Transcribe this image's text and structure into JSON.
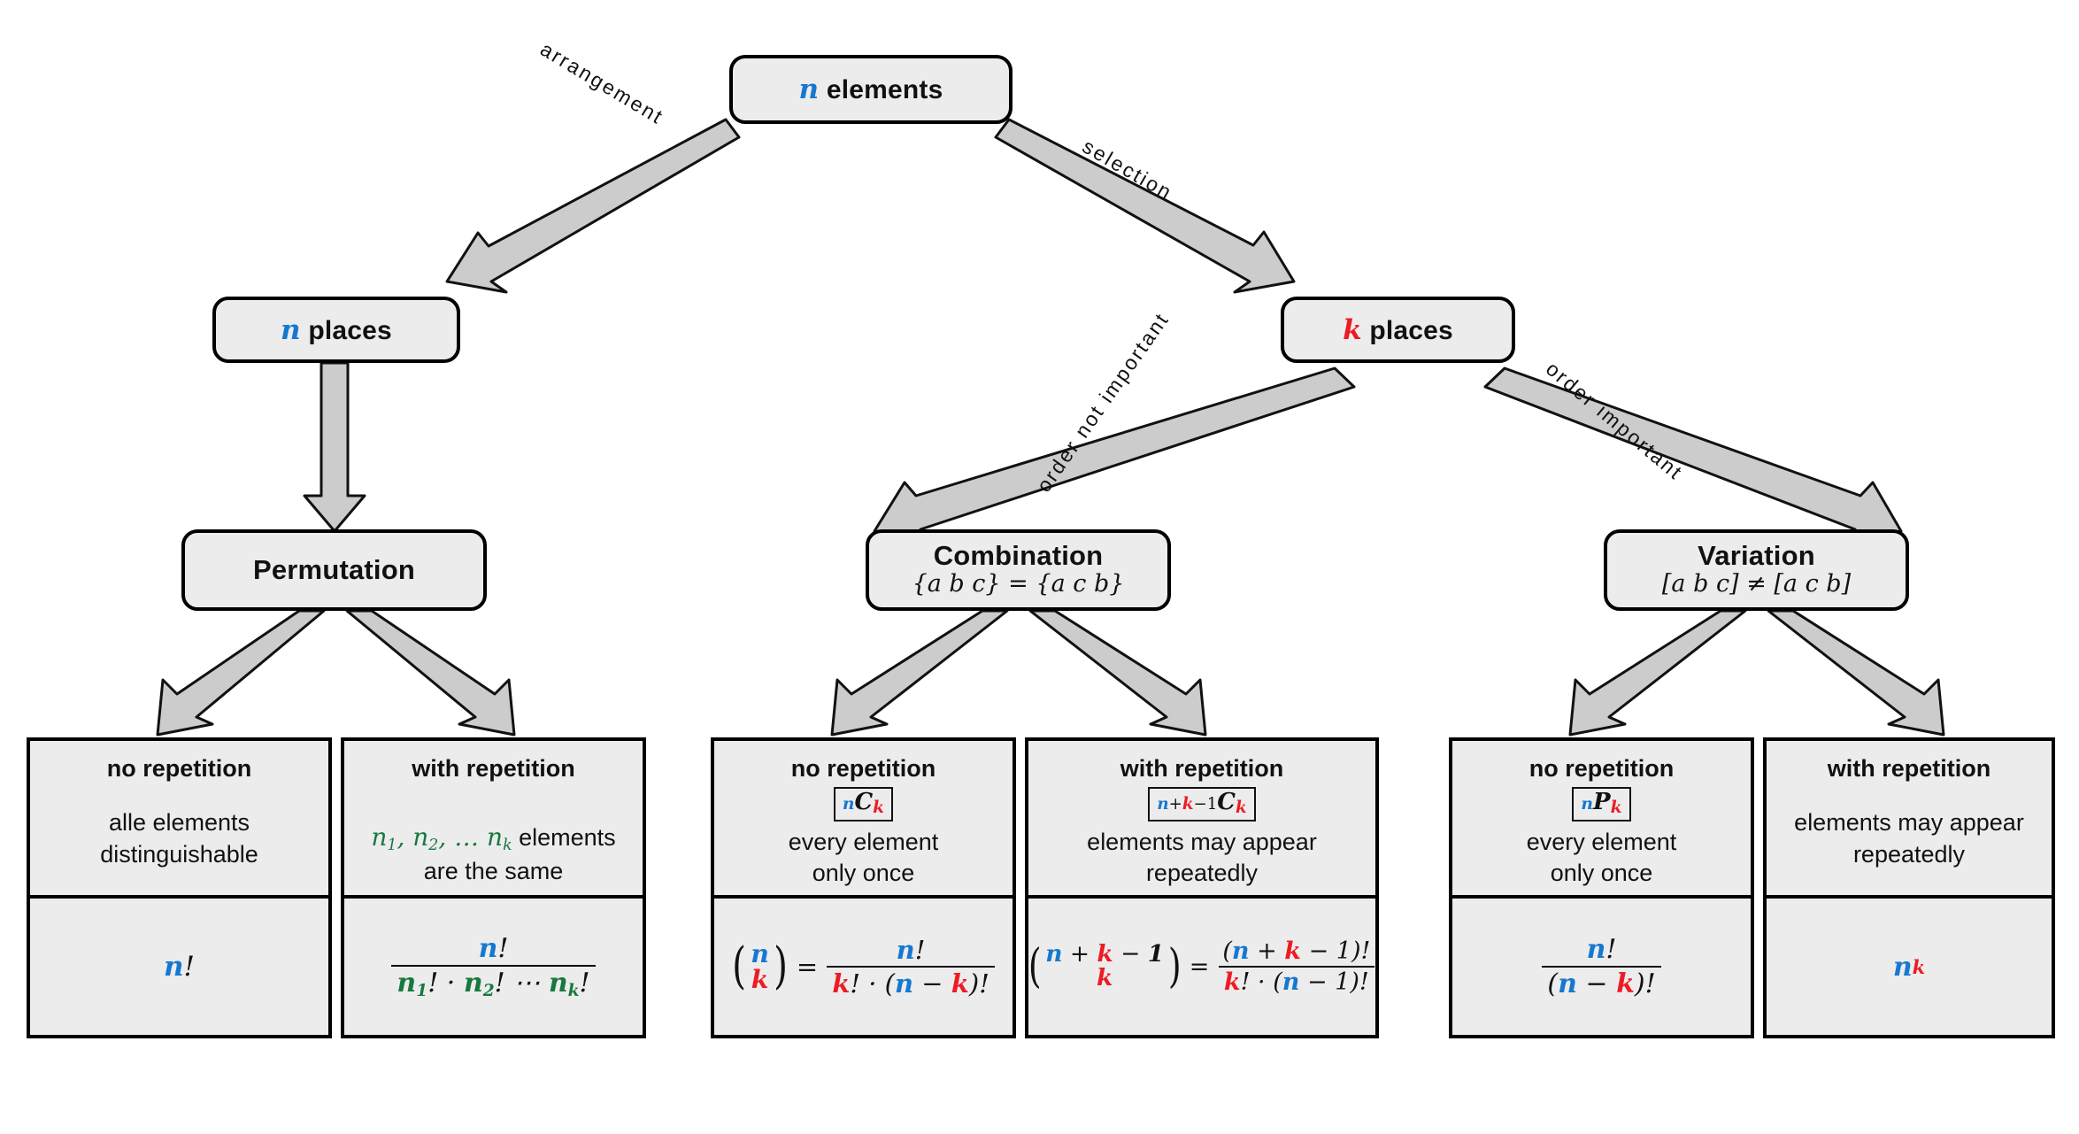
{
  "diagram": {
    "title": "Combinatorics decision tree",
    "colors": {
      "n_blue": "#1678d0",
      "k_red": "#ee1b24",
      "green": "#17793f",
      "node_fill": "#ececec",
      "arrow_fill": "#cccccc",
      "outline": "#000000"
    }
  },
  "root": {
    "var": "n",
    "label": "elements"
  },
  "edges": {
    "arrangement": "arrangement",
    "selection": "selection",
    "order_not_important": "order not important",
    "order_important": "order important"
  },
  "places": {
    "left": {
      "var": "n",
      "label": "places"
    },
    "right": {
      "var": "k",
      "label": "places"
    }
  },
  "categories": [
    {
      "title": "Permutation",
      "subtitle": ""
    },
    {
      "title": "Combination",
      "subtitle": "{a b c} = {a c b}"
    },
    {
      "title": "Variation",
      "subtitle": "[a b c] ≠ [a c b]"
    }
  ],
  "leaves": [
    {
      "head": "no repetition",
      "notation": "",
      "desc": "alle elements\ndistinguishable",
      "formula": "n!"
    },
    {
      "head": "with repetition",
      "notation": "",
      "desc": "n₁, n₂, … nₖ elements\nare the same",
      "formula": "n! / (n₁! · n₂! ⋯ nₖ!)"
    },
    {
      "head": "no repetition",
      "notation": "nCk",
      "desc": "every element\nonly once",
      "formula": "(n choose k) = n! / (k! · (n − k)!)"
    },
    {
      "head": "with repetition",
      "notation": "n+k-1Ck",
      "desc": "elements may appear\nrepeatedly",
      "formula": "(n + k − 1 choose k) = (n + k − 1)! / (k! · (n − 1)!)"
    },
    {
      "head": "no repetition",
      "notation": "nPk",
      "desc": "every element\nonly once",
      "formula": "n! / (n − k)!"
    },
    {
      "head": "with repetition",
      "notation": "",
      "desc": "elements may appear\nrepeatedly",
      "formula": "n^k"
    }
  ]
}
